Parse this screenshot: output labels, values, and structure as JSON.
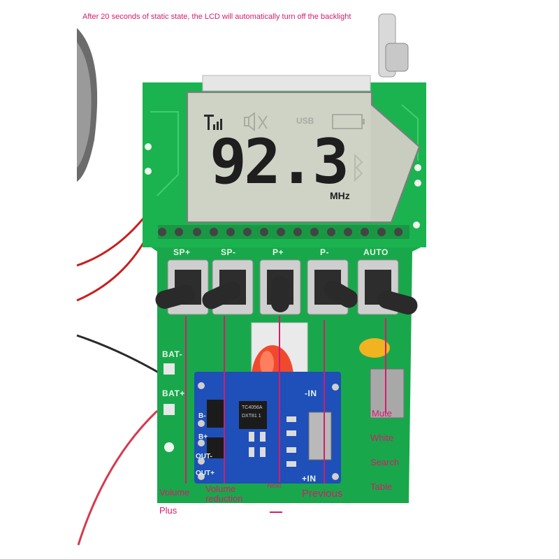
{
  "note": "After 20 seconds of static state, the LCD will automatically turn off the backlight",
  "lcd": {
    "frequency": "92.3",
    "unit": "MHz",
    "usb_label": "USB"
  },
  "board": {
    "buttons": [
      "SP+",
      "SP-",
      "P+",
      "P-",
      "AUTO"
    ],
    "bat_minus": "BAT-",
    "bat_plus": "BAT+",
    "in_minus": "-IN",
    "in_plus": "+IN",
    "b_minus": "B-",
    "b_plus": "B+",
    "out_minus": "OUT-",
    "out_plus": "OUT+",
    "chip_text_1": "TC4056A",
    "chip_text_2": "DXT81 1"
  },
  "labels": {
    "volume_plus_1": "Volume",
    "volume_plus_2": "Plus",
    "volume_reduction_1": "Volume",
    "volume_reduction_2": "reduction",
    "next": "Next",
    "previous": "Previous",
    "mute": "Mute",
    "white": "White",
    "search": "Search",
    "table": "Table"
  },
  "colors": {
    "annotation": "#d61b6d",
    "pcb_green": "#16a34a",
    "lcd": "#c9cdc0",
    "module_blue": "#1f4fb8"
  }
}
